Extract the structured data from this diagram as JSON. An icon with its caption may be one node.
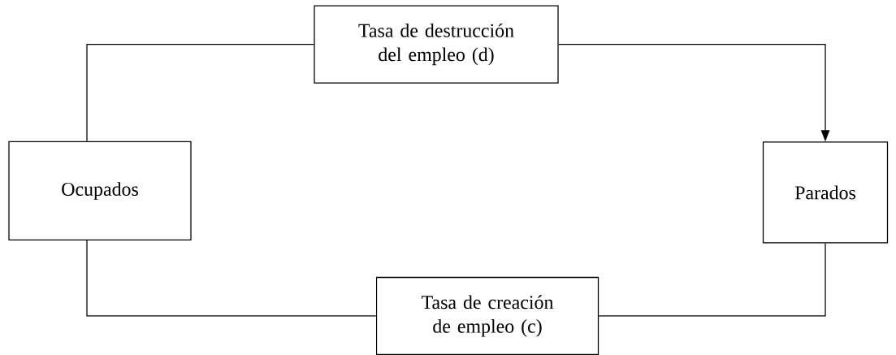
{
  "diagram": {
    "nodes": [
      {
        "text": [
          "Ocupados"
        ]
      },
      {
        "text": [
          "Tasa de destrucción del empleo (d)"
        ]
      },
      {
        "text": [
          "Parados"
        ]
      },
      {
        "text": [
          "Tasa de creación de empleo (c)"
        ]
      }
    ],
    "edges": [
      {
        "from": 0,
        "to": 1,
        "arrow": "none"
      },
      {
        "from": 1,
        "to": 2,
        "arrow": "to"
      },
      {
        "from": 2,
        "to": 3,
        "arrow": "none"
      },
      {
        "from": 3,
        "to": 0,
        "arrow": "none"
      }
    ]
  }
}
